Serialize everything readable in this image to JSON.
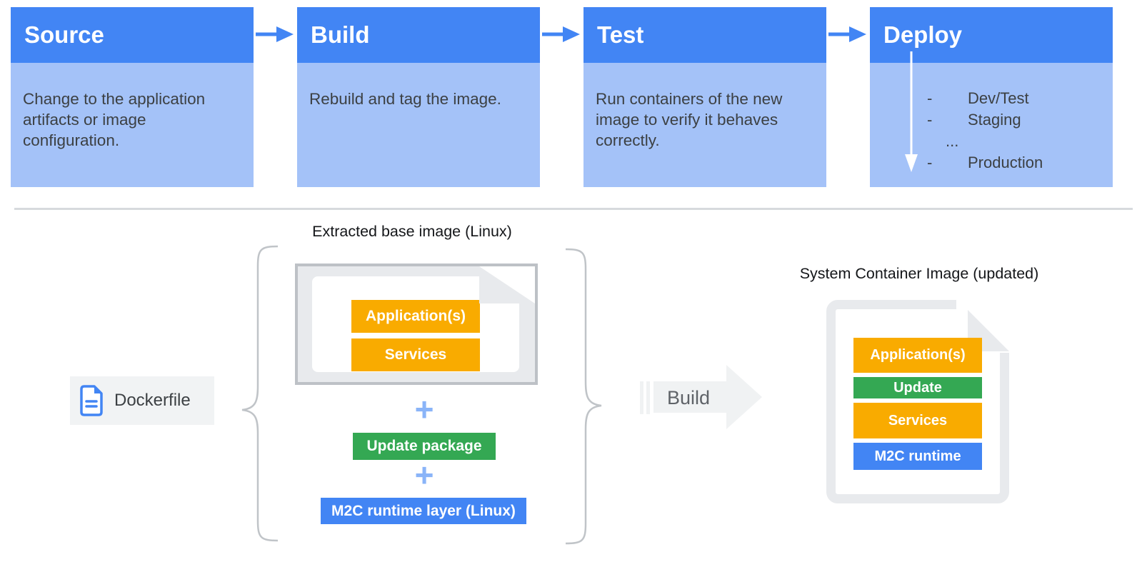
{
  "pipeline": {
    "stages": [
      {
        "title": "Source",
        "description": "Change to the application artifacts or image configuration."
      },
      {
        "title": "Build",
        "description": "Rebuild and tag the image."
      },
      {
        "title": "Test",
        "description": "Run containers of the new image to verify it behaves correctly."
      },
      {
        "title": "Deploy",
        "environments": [
          {
            "bullet": "-",
            "label": "Dev/Test"
          },
          {
            "bullet": "-",
            "label": "Staging"
          },
          {
            "bullet": "",
            "label": "..."
          },
          {
            "bullet": "-",
            "label": "Production"
          }
        ]
      }
    ]
  },
  "build_flow": {
    "dockerfile_label": "Dockerfile",
    "extracted_base_image_title": "Extracted base image (Linux)",
    "base_image_layers": [
      "Application(s)",
      "Services"
    ],
    "plus_symbol": "+",
    "update_package_label": "Update package",
    "runtime_layer_label": "M2C runtime layer (Linux)",
    "build_arrow_label": "Build",
    "result_title": "System Container Image (updated)",
    "result_layers": [
      {
        "label": "Application(s)",
        "color": "#F9AB00"
      },
      {
        "label": "Update",
        "color": "#34A853"
      },
      {
        "label": "Services",
        "color": "#F9AB00"
      },
      {
        "label": "M2C runtime",
        "color": "#4285F4"
      }
    ]
  },
  "colors": {
    "stage_header_blue": "#4285F4",
    "stage_body_blue": "#A4C2F8",
    "arrow_blue": "#4285F4",
    "plus_blue": "#8AB4F8",
    "yellow": "#F9AB00",
    "green": "#34A853",
    "blue": "#4285F4",
    "doc_border_gray": "#BDC1C6",
    "doc_fill_gray": "#E8EAED",
    "chip_gray": "#F1F3F4",
    "text_dark": "#3C4043"
  }
}
